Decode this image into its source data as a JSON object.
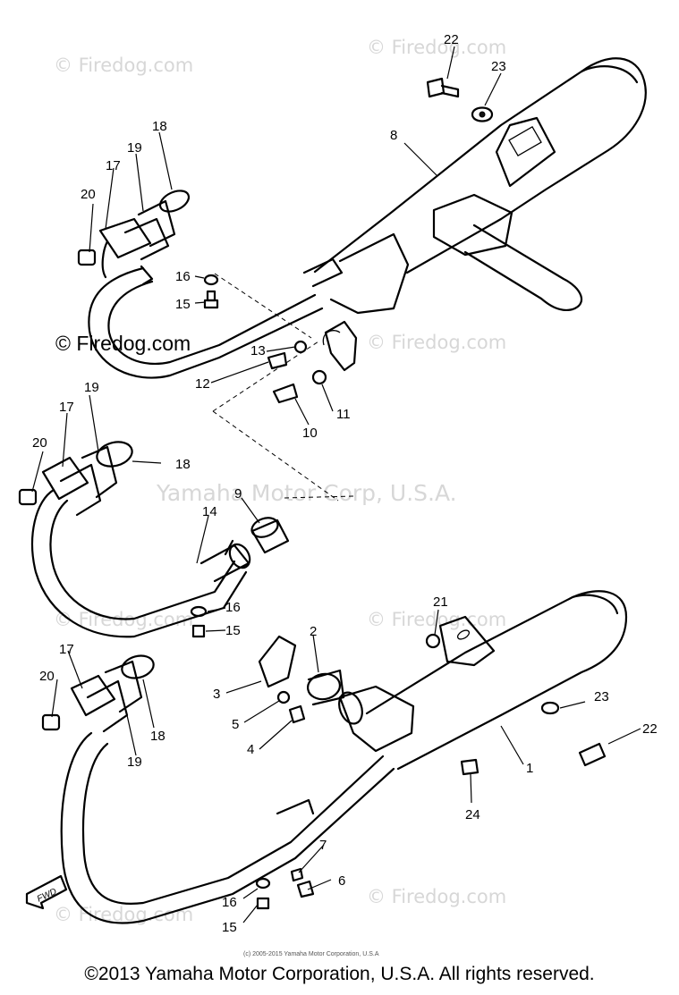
{
  "watermarks": {
    "brand": "© Firedog.com",
    "brand_short": "Firedog.com",
    "corp": "Yamaha Motor Corp, U.S.A."
  },
  "fine_print": "(c) 2005-2015 Yamaha Motor Corporation, U.S.A",
  "copyright": "©2013 Yamaha Motor Corporation, U.S.A. All rights reserved.",
  "direction_label": "FWD",
  "callouts": {
    "c1": "1",
    "c2": "2",
    "c3": "3",
    "c4": "4",
    "c5": "5",
    "c6": "6",
    "c7": "7",
    "c8": "8",
    "c9": "9",
    "c10": "10",
    "c11": "11",
    "c12": "12",
    "c13": "13",
    "c14": "14",
    "c15": "15",
    "c16": "16",
    "c17": "17",
    "c18": "18",
    "c19": "19",
    "c20": "20",
    "c21": "21",
    "c22": "22",
    "c23": "23",
    "c24": "24"
  },
  "colors": {
    "line": "#000000",
    "watermark": "#d7d7d7",
    "background": "#ffffff"
  }
}
